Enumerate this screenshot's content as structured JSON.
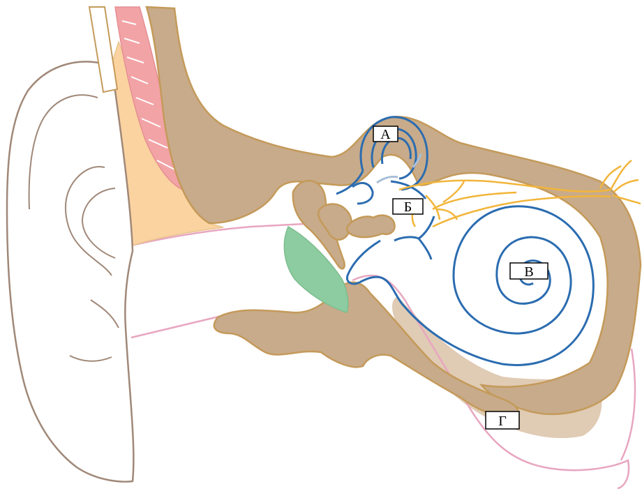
{
  "labels": {
    "a": "А",
    "b": "Б",
    "v": "В",
    "g": "Г"
  },
  "colors": {
    "bone": "#c8ab8a",
    "bone_stroke": "#c49a5a",
    "skin_line": "#a08878",
    "cartilage": "#fad3a0",
    "muscle": "#f2a3a6",
    "eardrum": "#8dcca0",
    "labyrinth": "#2b6cb0",
    "nerve": "#f2b53a",
    "canal_line": "#e8a6c0",
    "soft_tissue": "#e0cbb4"
  }
}
